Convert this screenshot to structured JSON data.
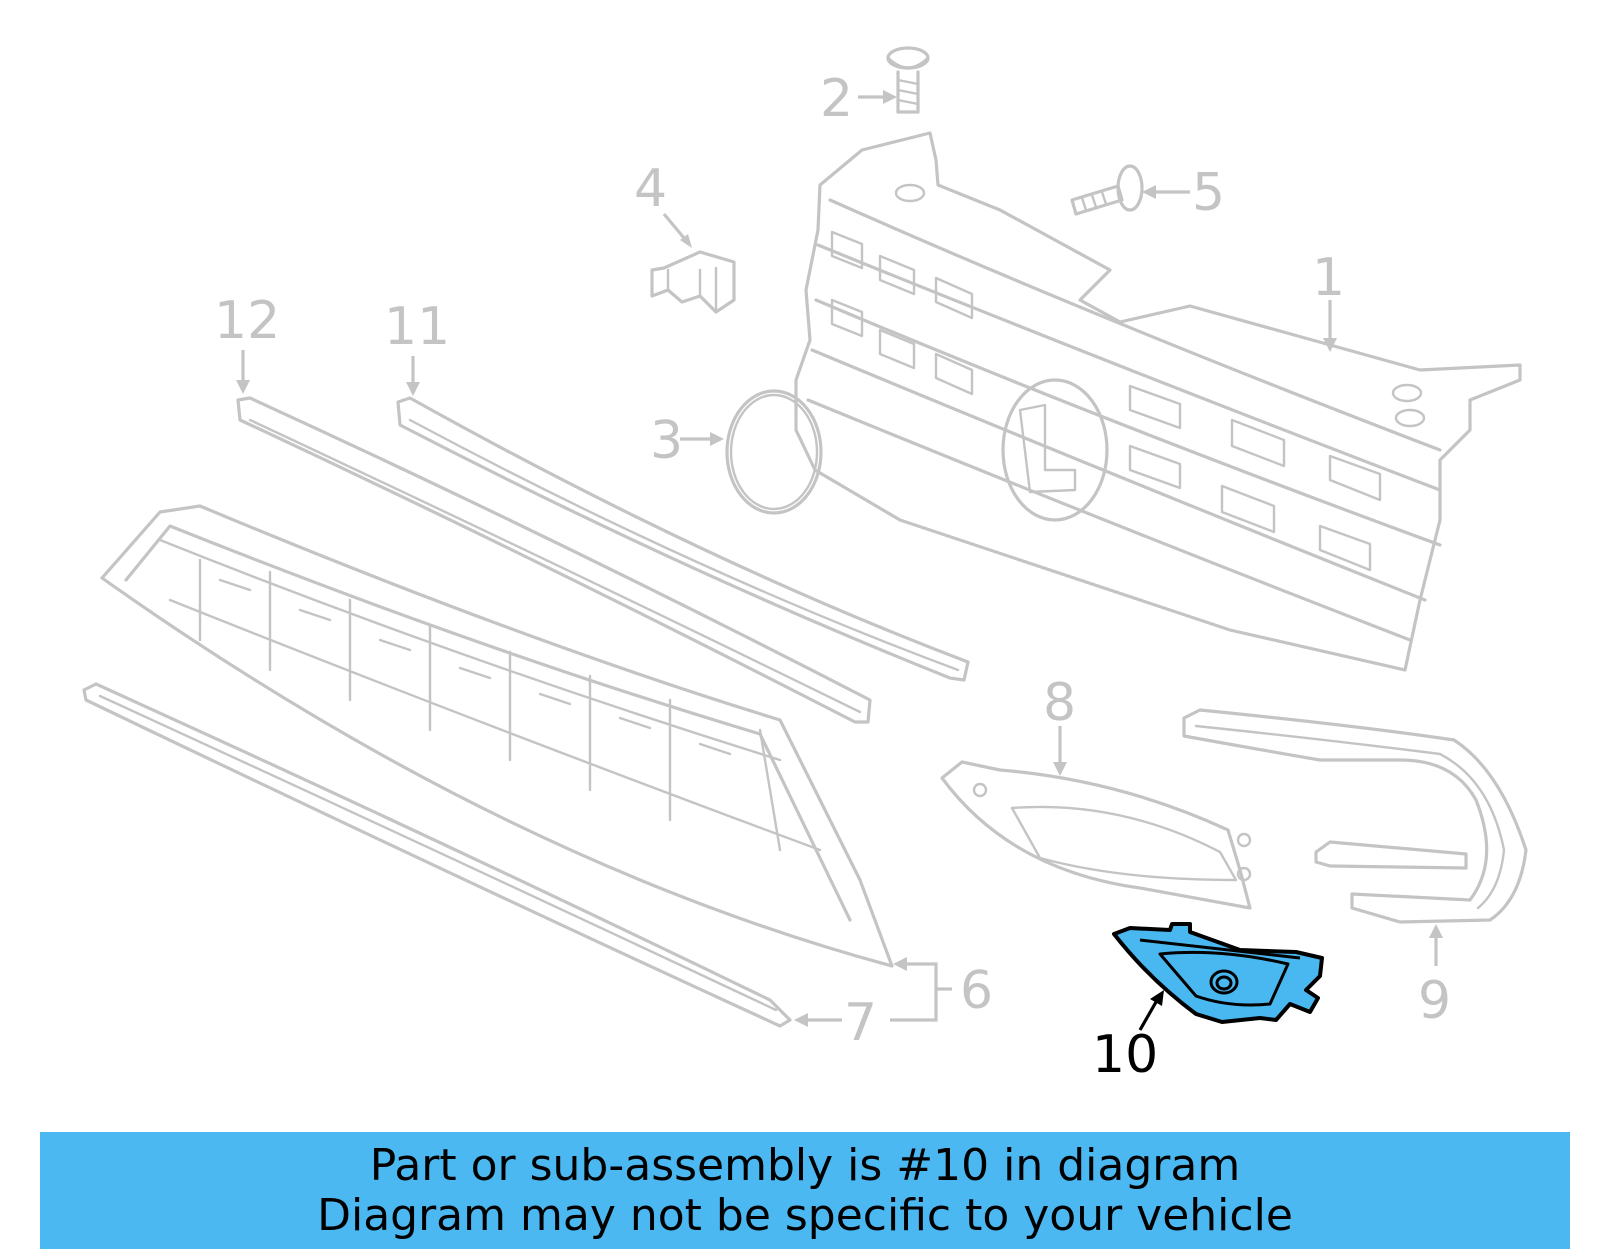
{
  "callouts": [
    {
      "id": "1",
      "label": "1",
      "highlighted": false
    },
    {
      "id": "2",
      "label": "2",
      "highlighted": false
    },
    {
      "id": "3",
      "label": "3",
      "highlighted": false
    },
    {
      "id": "4",
      "label": "4",
      "highlighted": false
    },
    {
      "id": "5",
      "label": "5",
      "highlighted": false
    },
    {
      "id": "6",
      "label": "6",
      "highlighted": false
    },
    {
      "id": "7",
      "label": "7",
      "highlighted": false
    },
    {
      "id": "8",
      "label": "8",
      "highlighted": false
    },
    {
      "id": "9",
      "label": "9",
      "highlighted": false
    },
    {
      "id": "10",
      "label": "10",
      "highlighted": true
    },
    {
      "id": "11",
      "label": "11",
      "highlighted": false
    },
    {
      "id": "12",
      "label": "12",
      "highlighted": false
    }
  ],
  "colors": {
    "highlight_fill": "#4ab8f0",
    "banner_background": "#4cb8f2",
    "inactive_line": "#c4c4c4"
  },
  "banner": {
    "line1": "Part or sub-assembly is #10 in diagram",
    "line2": "Diagram may not be specific to your vehicle"
  }
}
